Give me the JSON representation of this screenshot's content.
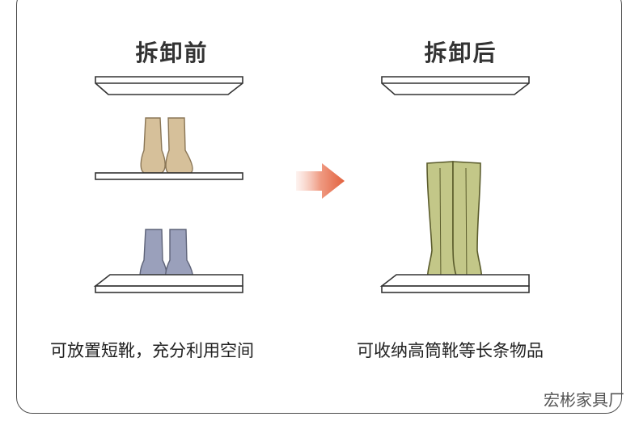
{
  "before": {
    "title": "拆卸前",
    "caption": "可放置短靴，充分利用空间"
  },
  "after": {
    "title": "拆卸后",
    "caption": "可收纳高筒靴等长条物品"
  },
  "watermark": "宏彬家具厂",
  "colors": {
    "frame": "#4a4a4a",
    "shelf_stroke": "#333333",
    "short_boot_tan": "#d6c09a",
    "short_boot_gray": "#9aa0bb",
    "tall_boot_green": "#c3c788",
    "arrow": "#e8735a"
  },
  "icons": [
    "arrow-right-icon"
  ]
}
